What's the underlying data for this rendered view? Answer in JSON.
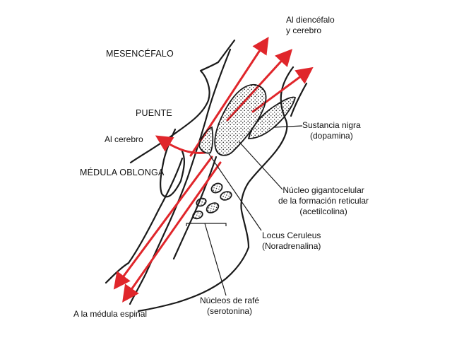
{
  "labels": {
    "diencephalon_line1": "Al diencéfalo",
    "diencephalon_line2": "y cerebro",
    "mesencephalon": "MESENCÉFALO",
    "pons": "PUENTE",
    "to_cerebrum": "Al cerebro",
    "medulla": "MÉDULA OBLONGA",
    "substantia_nigra_line1": "Sustancia nigra",
    "substantia_nigra_line2": "(dopamina)",
    "gigantocellular_line1": "Núcleo gigantocelular",
    "gigantocellular_line2": "de la formación reticular",
    "gigantocellular_line3": "(acetilcolina)",
    "locus_line1": "Locus Ceruleus",
    "locus_line2": "(Noradrenalina)",
    "raphe_line1": "Núcleos de rafé",
    "raphe_line2": "(serotonina)",
    "spinal": "A la médula espinal"
  },
  "colors": {
    "pathway": "#e0262b",
    "outline": "#1a1a1a"
  }
}
